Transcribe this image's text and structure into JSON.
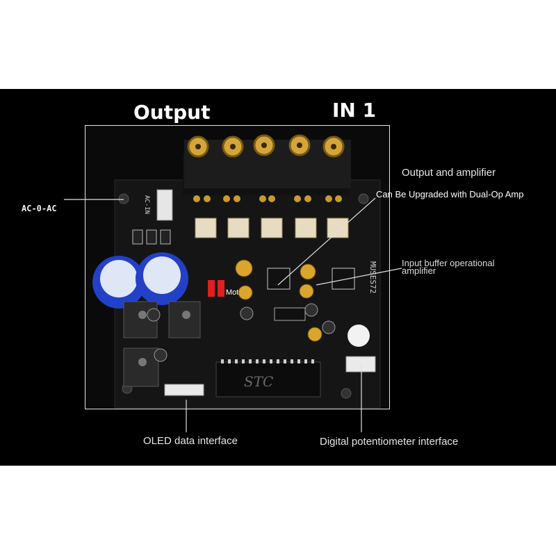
{
  "headings": {
    "output": "Output",
    "in1": "IN 1"
  },
  "labels": {
    "ac_in": "AC-0-AC",
    "output_amplifier": "Output and amplifier",
    "upgrade_note": "Can Be Upgraded with Dual-Op Amp",
    "input_buffer": "Input buffer operational amplifier",
    "oled": "OLED data interface",
    "digital_pot": "Digital potentiometer interface"
  },
  "board_marks": {
    "ac_silk": "AC-IN",
    "chip_brand": "STC",
    "opamp_mark": "MUSES72",
    "relay_label": "Mot"
  },
  "colors": {
    "background": "#ffffff",
    "band": "#000000",
    "pcb": "#151515",
    "gold": "#d4a63a",
    "capacitor_blue": "#2340c8",
    "leader": "#e0e0e0"
  }
}
